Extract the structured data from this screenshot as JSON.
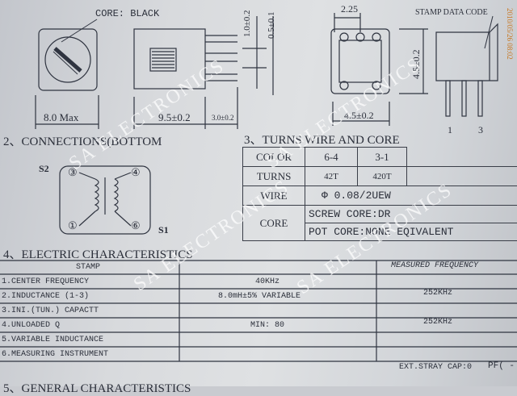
{
  "drawings": {
    "core_label": "CORE: BLACK",
    "dim_width": "8.0 Max",
    "dim_body": "9.5±0.2",
    "dim_pin": "3.0±0.2",
    "dim_pin_h": "1.0±0.2",
    "dim_pin_w": "0.5±0.1",
    "dim_top": "2.25",
    "dim_side": "4.5±0.2",
    "dim_height": "4.5±0.2",
    "stamp_label": "STAMP DATA CODE",
    "pin_label_1": "1",
    "pin_label_3": "3",
    "corner_code": "2010/05/26 08:02"
  },
  "connections": {
    "title": "2、CONNECTIONS(BOTTOM",
    "label_s2": "S2",
    "label_s1": "S1",
    "pins": [
      "③",
      "④",
      "①",
      "⑥"
    ]
  },
  "turns": {
    "title": "3、TURNS WIRE AND CORE",
    "color_label": "COLOR",
    "color_a": "6-4",
    "color_b": "3-1",
    "turns_label": "TURNS",
    "turns_a": "42T",
    "turns_b": "420T",
    "wire_label": "WIRE",
    "wire_value": "Φ  0.08/2UEW",
    "core_label": "CORE",
    "core_screw": "SCREW  CORE:DR",
    "core_pot": "POT  CORE:NONE  EQIVALENT"
  },
  "electric": {
    "title": "4、ELECTRIC CHARACTERISTICS",
    "stamp_header": "STAMP",
    "measured_header": "MEASURED  FREQUENCY",
    "rows": [
      {
        "label": "1.CENTER   FREQUENCY",
        "value": "40KHz",
        "measured": ""
      },
      {
        "label": "2.INDUCTANCE     (1-3)",
        "value": "8.0mH±5% VARIABLE",
        "measured": "252KHz"
      },
      {
        "label": "3.INI.(TUN.) CAPACTT",
        "value": "",
        "measured": ""
      },
      {
        "label": "4.UNLOADED Q",
        "value": "MIN: 80",
        "measured": "252KHz"
      },
      {
        "label": "5.VARIABLE INDUCTANCE",
        "value": "",
        "measured": ""
      },
      {
        "label": "6.MEASURING  INSTRUMENT",
        "value": "",
        "measured": ""
      }
    ],
    "footer_left": "EXT.STRAY CAP:0",
    "footer_right": "PF( -"
  },
  "general": {
    "title": "5、GENERAL  CHARACTERISTICS"
  },
  "watermark": {
    "text": "SA ELECTRONICS",
    "color": "#ffffff"
  }
}
